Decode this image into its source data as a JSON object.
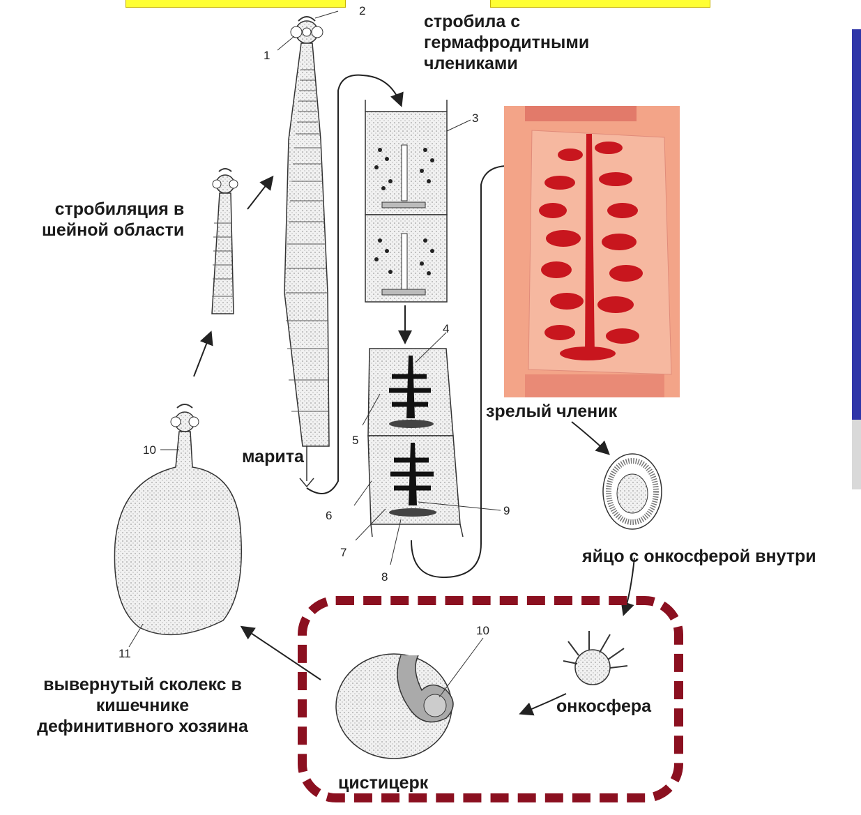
{
  "labels": {
    "strobila": "стробила с\nгермафродитными\nчлениками",
    "strobilation": "стробиляция в\nшейной области",
    "marita": "марита",
    "mature_segment": "зрелый членик",
    "egg": "яйцо с онкосферой внутри",
    "oncosphere": "онкосфера",
    "cysticercus": "цистицерк",
    "everted_scolex": "вывернутый сколекс в\nкишечнике\nдефинитивного хозяина"
  },
  "numbers": {
    "n1": "1",
    "n2": "2",
    "n3": "3",
    "n4": "4",
    "n5": "5",
    "n6": "6",
    "n7": "7",
    "n8": "8",
    "n9": "9",
    "n10a": "10",
    "n10b": "10",
    "n11": "11"
  },
  "colors": {
    "highlight_box": "#8b1020",
    "photo_bg": "#f4a080",
    "photo_stain": "#c8161e",
    "side_panel": "#2f35a8"
  }
}
